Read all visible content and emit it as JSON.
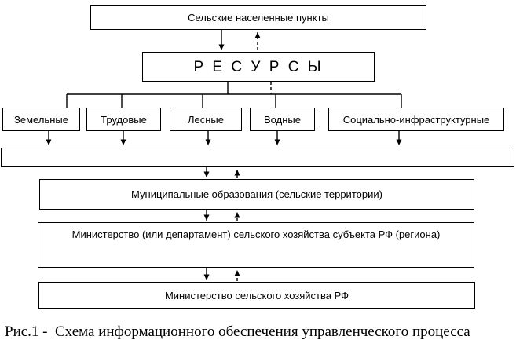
{
  "diagram": {
    "top_box": {
      "label": "Сельские населенные пункты"
    },
    "resources_box": {
      "label": "Р Е С У Р С Ы"
    },
    "resource_types": [
      {
        "label": "Земельные"
      },
      {
        "label": "Трудовые"
      },
      {
        "label": "Лесные"
      },
      {
        "label": "Водные"
      },
      {
        "label": "Социально-инфраструктурные"
      }
    ],
    "collector_box": {
      "label": ""
    },
    "levels": [
      {
        "label": "Муниципальные образования (сельские территории)"
      },
      {
        "label": "Министерство (или департамент) сельского хозяйства субъекта РФ (региона)"
      },
      {
        "label": "Министерство сельского хозяйства РФ"
      }
    ],
    "caption": "Рис.1 -  Схема информационного обеспечения управленческого процесса",
    "colors": {
      "line": "#000000",
      "background": "#ffffff"
    },
    "flows": [
      {
        "from": "Сельские населенные пункты",
        "to": "РЕСУРСЫ",
        "style": "solid-down"
      },
      {
        "from": "РЕСУРСЫ",
        "to": "Сельские населенные пункты",
        "style": "dashed-up"
      },
      {
        "from": "РЕСУРСЫ",
        "to": "все виды ресурсов",
        "style": "branch"
      },
      {
        "from": "виды ресурсов",
        "to": "сборная полоса",
        "style": "solid-down"
      },
      {
        "from": "сборная полоса",
        "to": "Муниципальные образования (сельские территории)",
        "style": "solid-down"
      },
      {
        "from": "Муниципальные образования (сельские территории)",
        "to": "сборная полоса",
        "style": "dashed-up"
      },
      {
        "from": "Муниципальные образования (сельские территории)",
        "to": "Министерство (или департамент) сельского хозяйства субъекта РФ (региона)",
        "style": "solid-down"
      },
      {
        "from": "Министерство (или департамент) сельского хозяйства субъекта РФ (региона)",
        "to": "Муниципальные образования (сельские территории)",
        "style": "dashed-up"
      },
      {
        "from": "Министерство (или департамент) сельского хозяйства субъекта РФ (региона)",
        "to": "Министерство сельского хозяйства РФ",
        "style": "solid-down"
      },
      {
        "from": "Министерство сельского хозяйства РФ",
        "to": "Министерство (или департамент) сельского хозяйства субъекта РФ (региона)",
        "style": "dashed-up"
      }
    ]
  }
}
